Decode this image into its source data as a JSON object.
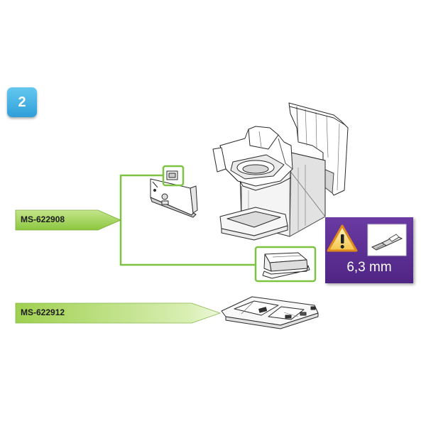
{
  "step": {
    "number": "2"
  },
  "parts": [
    {
      "code": "MS-622908"
    },
    {
      "code": "MS-622912"
    }
  ],
  "warning": {
    "size": "6,3 mm",
    "icon": "warning-triangle-icon",
    "connector_icon": "flat-connector-icon",
    "background_color": "#5a2d91"
  },
  "colors": {
    "highlight_green": "#7dc242",
    "badge_blue": "#3aa8e0"
  }
}
